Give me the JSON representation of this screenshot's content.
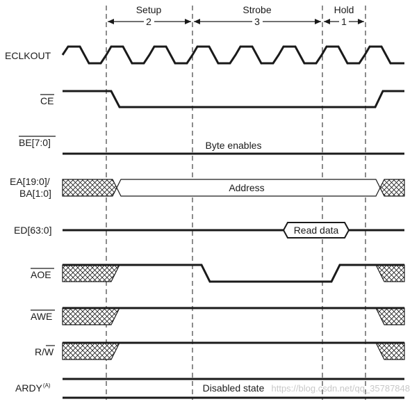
{
  "phases": [
    {
      "name": "Setup",
      "cycles": "2"
    },
    {
      "name": "Strobe",
      "cycles": "3"
    },
    {
      "name": "Hold",
      "cycles": "1"
    }
  ],
  "signals": {
    "eclkout": "ECLKOUT",
    "ce": "CE",
    "be": "BE[7:0]",
    "ea_line1": "EA[19:0]/",
    "ea_line2": "BA[1:0]",
    "ed": "ED[63:0]",
    "aoe": "AOE",
    "awe": "AWE",
    "rw_r": "R/",
    "rw_w": "W",
    "ardy": "ARDY",
    "ardy_note": "(A)"
  },
  "bus_labels": {
    "byte_enables": "Byte enables",
    "address": "Address",
    "read_data": "Read data",
    "disabled_state": "Disabled state"
  },
  "watermark": "https://blog.csdn.net/qq_35787848"
}
